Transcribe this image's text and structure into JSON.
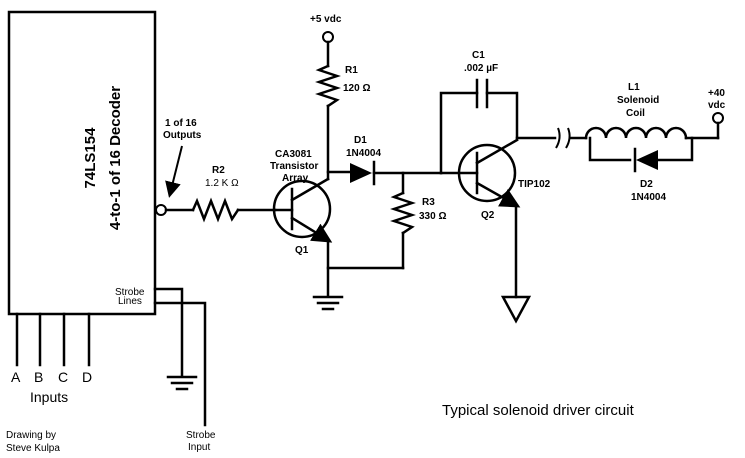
{
  "decoder": {
    "part": "74LS154",
    "function": "4-to-1 of 16 Decoder",
    "outputs_label_1": "1 of 16",
    "outputs_label_2": "Outputs",
    "strobe_label_1": "Strobe",
    "strobe_label_2": "Lines",
    "inputs": [
      "A",
      "B",
      "C",
      "D"
    ],
    "inputs_label": "Inputs"
  },
  "strobe_input": {
    "line1": "Strobe",
    "line2": "Input"
  },
  "credit": {
    "line1": "Drawing by",
    "line2": "Steve Kulpa"
  },
  "title": "Typical solenoid driver circuit",
  "supply_5v": "+5 vdc",
  "supply_40v": {
    "line1": "+40",
    "line2": "vdc"
  },
  "components": {
    "r1": {
      "name": "R1",
      "value": "120 Ω"
    },
    "r2": {
      "name": "R2",
      "value": "1.2 K Ω"
    },
    "r3": {
      "name": "R3",
      "value": "330 Ω"
    },
    "c1": {
      "name": "C1",
      "value": ".002 µF"
    },
    "d1": {
      "name": "D1",
      "value": "1N4004"
    },
    "d2": {
      "name": "D2",
      "value": "1N4004"
    },
    "l1": {
      "name": "L1",
      "line2": "Solenoid",
      "line3": "Coil"
    },
    "q1": {
      "name": "Q1",
      "part1": "CA3081",
      "part2": "Transistor",
      "part3": "Array"
    },
    "q2": {
      "name": "Q2",
      "part": "TIP102"
    }
  }
}
